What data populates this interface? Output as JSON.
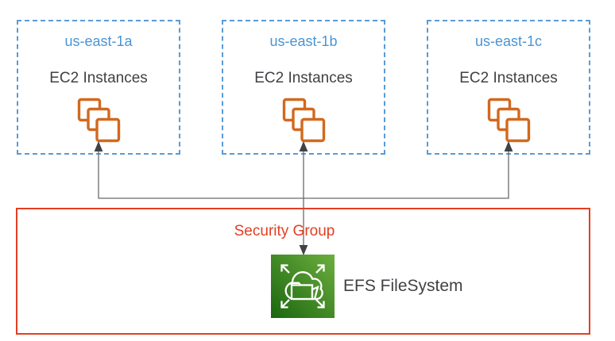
{
  "zones": [
    {
      "name": "us-east-1a",
      "service_label": "EC2 Instances",
      "icon": "ec2-instances-icon"
    },
    {
      "name": "us-east-1b",
      "service_label": "EC2 Instances",
      "icon": "ec2-instances-icon"
    },
    {
      "name": "us-east-1c",
      "service_label": "EC2 Instances",
      "icon": "ec2-instances-icon"
    }
  ],
  "security_group": {
    "label": "Security Group",
    "efs": {
      "label": "EFS FileSystem",
      "icon": "efs-filesystem-icon"
    }
  },
  "connections": [
    {
      "from": "efs-filesystem",
      "to": "us-east-1a-ec2",
      "direction": "up"
    },
    {
      "from": "efs-filesystem",
      "to": "us-east-1b-ec2",
      "direction": "both"
    },
    {
      "from": "efs-filesystem",
      "to": "us-east-1c-ec2",
      "direction": "up"
    }
  ],
  "colors": {
    "zone_border_blue": "#5B9BD5",
    "zone_label_blue": "#4A94D4",
    "ec2_orange": "#D2691E",
    "text_dark_gray": "#3F4245",
    "security_group_red": "#E33E22",
    "connector_gray": "#6b6b6b",
    "efs_green_dark": "#1B660F",
    "efs_green_light": "#6CAE3E"
  }
}
